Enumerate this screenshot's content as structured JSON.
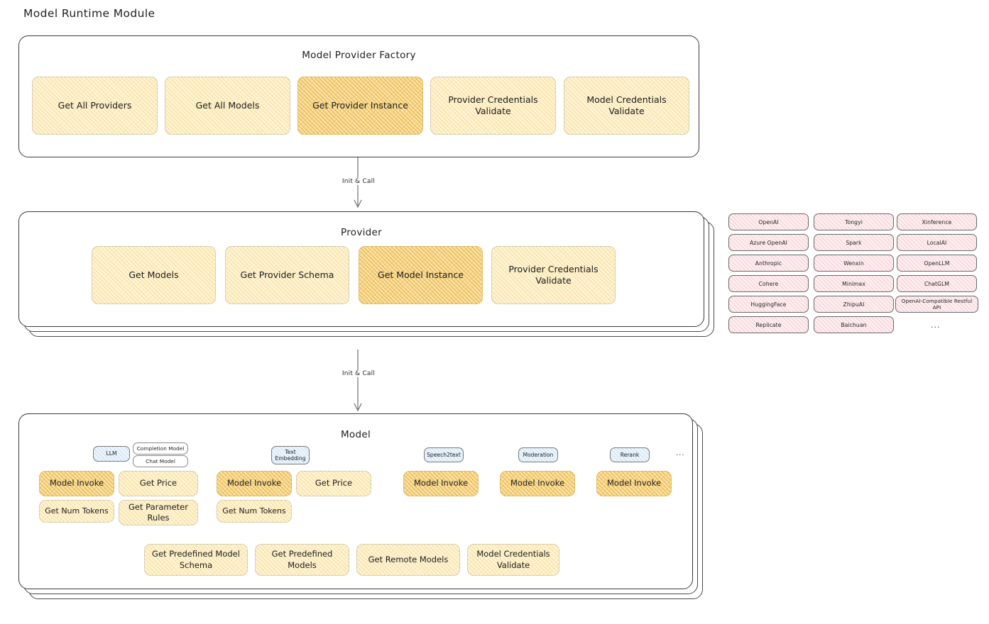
{
  "page": {
    "title": "Model Runtime Module",
    "bg": "#ffffff",
    "accent_highlight": "#f4ce6a",
    "accent_box": "#fdf4d8",
    "accent_provider": "#fdeef0",
    "accent_modeltype": "#ecf5fc"
  },
  "sections": [
    {
      "id": "model-provider-factory",
      "title": "Model Provider Factory"
    },
    {
      "id": "provider",
      "title": "Provider"
    },
    {
      "id": "model",
      "title": "Model"
    }
  ],
  "factory": {
    "title": "Model Provider Factory",
    "items": [
      {
        "label": "Get All Providers",
        "highlight": false
      },
      {
        "label": "Get All Models",
        "highlight": false
      },
      {
        "label": "Get Provider Instance",
        "highlight": true
      },
      {
        "label": "Provider Credentials Validate",
        "highlight": false
      },
      {
        "label": "Model Credentials Validate",
        "highlight": false
      }
    ]
  },
  "provider": {
    "title": "Provider",
    "items": [
      {
        "label": "Get Models",
        "highlight": false
      },
      {
        "label": "Get Provider Schema",
        "highlight": false
      },
      {
        "label": "Get Model Instance",
        "highlight": true
      },
      {
        "label": "Provider Credentials Validate",
        "highlight": false
      }
    ]
  },
  "provider_list": {
    "columns": [
      [
        "OpenAI",
        "Azure OpenAI",
        "Anthropic",
        "Cohere",
        "HuggingFace",
        "Replicate"
      ],
      [
        "Tongyi",
        "Spark",
        "Wenxin",
        "Minimax",
        "ZhipuAI",
        "Baichuan"
      ],
      [
        "Xinference",
        "LocalAI",
        "OpenLLM",
        "ChatGLM",
        "OpenAI-Compatible Restful API"
      ]
    ],
    "more": "..."
  },
  "arrows": [
    {
      "label": "Init & Call"
    },
    {
      "label": "Init & Call"
    }
  ],
  "model": {
    "title": "Model",
    "more": "...",
    "types": [
      {
        "badge": "LLM",
        "sub_badges": [
          "Completion Model",
          "Chat Model"
        ],
        "ops": [
          {
            "label": "Model Invoke",
            "highlight": true
          },
          {
            "label": "Get Price",
            "highlight": false
          },
          {
            "label": "Get Num Tokens",
            "highlight": false
          },
          {
            "label": "Get Parameter Rules",
            "highlight": false
          }
        ]
      },
      {
        "badge": "Text Embedding",
        "sub_badges": [],
        "ops": [
          {
            "label": "Model Invoke",
            "highlight": true
          },
          {
            "label": "Get Price",
            "highlight": false
          },
          {
            "label": "Get Num Tokens",
            "highlight": false
          }
        ]
      },
      {
        "badge": "Speech2text",
        "sub_badges": [],
        "ops": [
          {
            "label": "Model Invoke",
            "highlight": true
          }
        ]
      },
      {
        "badge": "Moderation",
        "sub_badges": [],
        "ops": [
          {
            "label": "Model Invoke",
            "highlight": true
          }
        ]
      },
      {
        "badge": "Rerank",
        "sub_badges": [],
        "ops": [
          {
            "label": "Model Invoke",
            "highlight": true
          }
        ]
      }
    ],
    "common_ops": [
      {
        "label": "Get Predefined Model Schema",
        "highlight": false
      },
      {
        "label": "Get Predefined Models",
        "highlight": false
      },
      {
        "label": "Get Remote Models",
        "highlight": false
      },
      {
        "label": "Model Credentials Validate",
        "highlight": false
      }
    ]
  }
}
